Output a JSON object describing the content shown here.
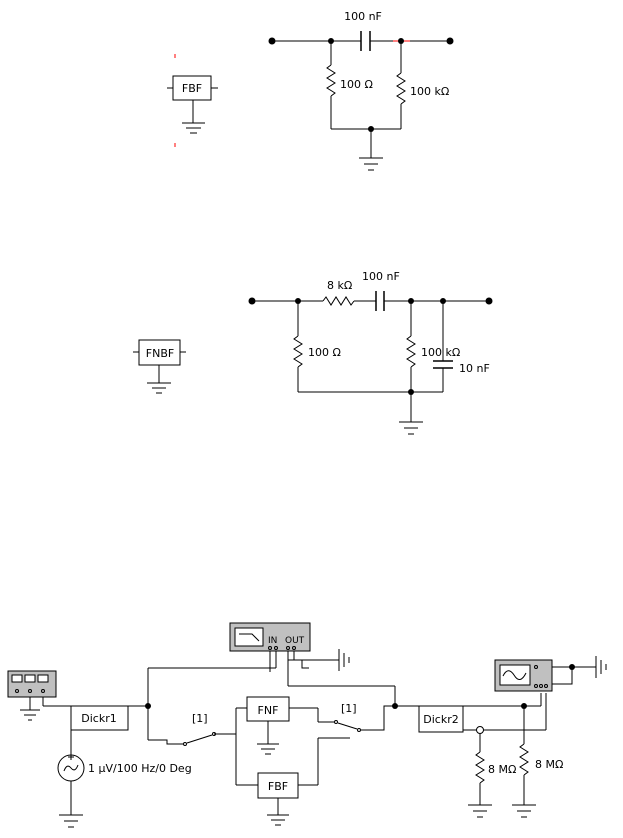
{
  "circuit1": {
    "block_label": "FBF",
    "capacitor": "100 nF",
    "r1": "100 Ω",
    "r2": "100 kΩ"
  },
  "circuit2": {
    "block_label": "FNBF",
    "resistor_series": "8 kΩ",
    "capacitor_series": "100 nF",
    "r1": "100 Ω",
    "r2": "100 kΩ",
    "capacitor_shunt": "10 nF"
  },
  "circuit3": {
    "amp1_label": "Dickr1",
    "amp2_label": "Dickr2",
    "fnf_label": "FNF",
    "fbf_label": "FBF",
    "switch1_key": "[1]",
    "switch2_key": "[1]",
    "source_label": "1 µV/100 Hz/0 Deg",
    "plotter_in": "IN",
    "plotter_out": "OUT",
    "r_load1": "8 MΩ",
    "r_load2": "8 MΩ"
  },
  "colors": {
    "wire": "#000000",
    "instrument_body": "#c0c0c0",
    "instrument_screen": "#ffffff",
    "marker": "#ff0000"
  }
}
